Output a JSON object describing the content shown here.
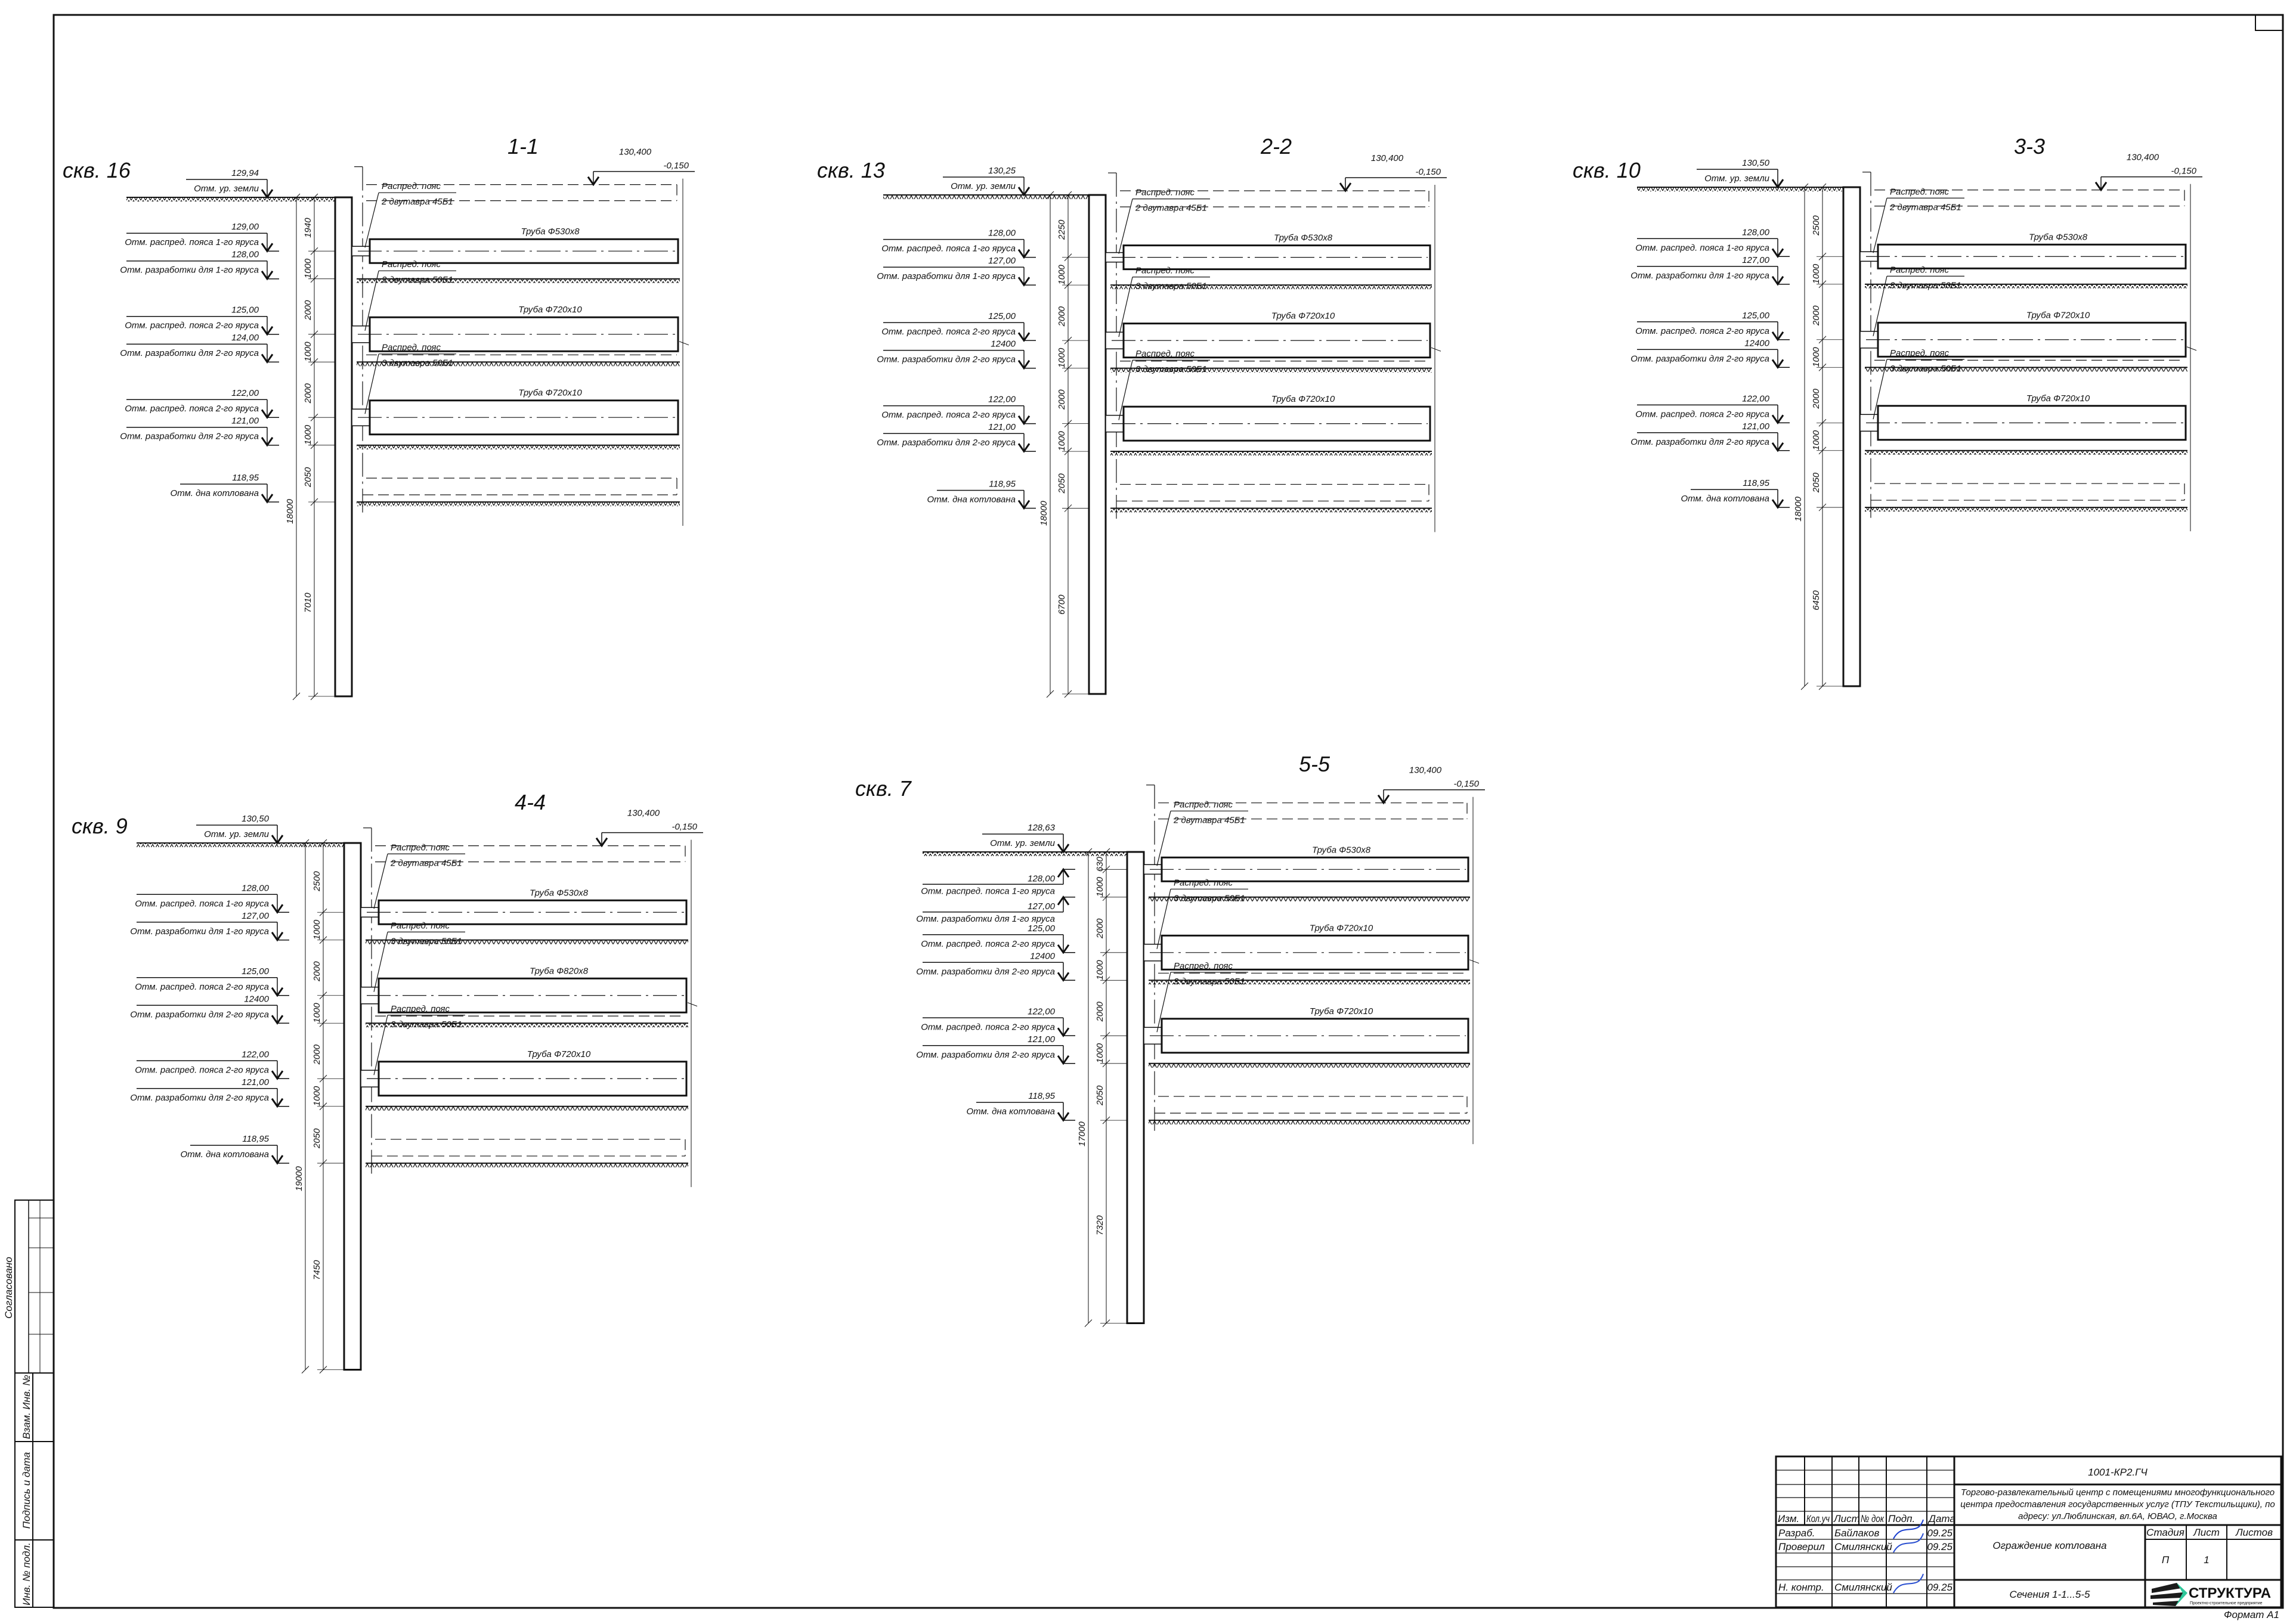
{
  "common": {
    "belt_title": "Распред. пояс",
    "ground_desc": "Отм. ур. земли",
    "top_mark_value": "130,400",
    "top_mark_rel": "-0,150"
  },
  "sections": [
    {
      "title": "1-1",
      "well": "скв. 16",
      "ground_value": "129,94",
      "ground_elev": 129.94,
      "dims": [
        "1940",
        "1000",
        "2000",
        "1000",
        "2000",
        "1000",
        "2050",
        "7010"
      ],
      "total": "18000",
      "markers": [
        {
          "value": "129,00",
          "desc": "Отм. распред. пояса 1-го яруса"
        },
        {
          "value": "128,00",
          "desc": "Отм. разработки для 1-го яруса"
        },
        {
          "value": "125,00",
          "desc": "Отм. распред. пояса 2-го яруса"
        },
        {
          "value": "124,00",
          "desc": "Отм. разработки для 2-го яруса"
        },
        {
          "value": "122,00",
          "desc": "Отм. распред. пояса 2-го яруса"
        },
        {
          "value": "121,00",
          "desc": "Отм. разработки для 2-го яруса"
        },
        {
          "value": "118,95",
          "desc": "Отм. дна котлована"
        }
      ],
      "struts": [
        {
          "belt": "2 двутавра 45Б1",
          "pipe": "Труба Ф530х8"
        },
        {
          "belt": "3 двутавра 50Б1",
          "pipe": "Труба Ф720х10"
        },
        {
          "belt": "3 двутавра 50Б1",
          "pipe": "Труба Ф720х10"
        }
      ]
    },
    {
      "title": "2-2",
      "well": "скв. 13",
      "ground_value": "130,25",
      "ground_elev": 130.25,
      "dims": [
        "2250",
        "1000",
        "2000",
        "1000",
        "2000",
        "1000",
        "2050",
        "6700"
      ],
      "total": "18000",
      "markers": [
        {
          "value": "128,00",
          "desc": "Отм. распред. пояса 1-го яруса"
        },
        {
          "value": "127,00",
          "desc": "Отм. разработки для 1-го яруса"
        },
        {
          "value": "125,00",
          "desc": "Отм. распред. пояса 2-го яруса"
        },
        {
          "value": "12400",
          "desc": "Отм. разработки для 2-го яруса"
        },
        {
          "value": "122,00",
          "desc": "Отм. распред. пояса 2-го яруса"
        },
        {
          "value": "121,00",
          "desc": "Отм. разработки для 2-го яруса"
        },
        {
          "value": "118,95",
          "desc": "Отм. дна котлована"
        }
      ],
      "struts": [
        {
          "belt": "2 двутавра 45Б1",
          "pipe": "Труба Ф530х8"
        },
        {
          "belt": "3 двутавра 50Б1",
          "pipe": "Труба Ф720х10"
        },
        {
          "belt": "3 двутавра 50Б1",
          "pipe": "Труба Ф720х10"
        }
      ]
    },
    {
      "title": "3-3",
      "well": "скв. 10",
      "ground_value": "130,50",
      "ground_elev": 130.5,
      "dims": [
        "2500",
        "1000",
        "2000",
        "1000",
        "2000",
        "1000",
        "2050",
        "6450"
      ],
      "total": "18000",
      "markers": [
        {
          "value": "128,00",
          "desc": "Отм. распред. пояса 1-го яруса"
        },
        {
          "value": "127,00",
          "desc": "Отм. разработки для 1-го яруса"
        },
        {
          "value": "125,00",
          "desc": "Отм. распред. пояса 2-го яруса"
        },
        {
          "value": "12400",
          "desc": "Отм. разработки для 2-го яруса"
        },
        {
          "value": "122,00",
          "desc": "Отм. распред. пояса 2-го яруса"
        },
        {
          "value": "121,00",
          "desc": "Отм. разработки для 2-го яруса"
        },
        {
          "value": "118,95",
          "desc": "Отм. дна котлована"
        }
      ],
      "struts": [
        {
          "belt": "2 двутавра 45Б1",
          "pipe": "Труба Ф530х8"
        },
        {
          "belt": "3 двутавра 50Б1",
          "pipe": "Труба Ф720х10"
        },
        {
          "belt": "3 двутавра 50Б1",
          "pipe": "Труба Ф720х10"
        }
      ]
    },
    {
      "title": "4-4",
      "well": "скв. 9",
      "ground_value": "130,50",
      "ground_elev": 130.5,
      "dims": [
        "2500",
        "1000",
        "2000",
        "1000",
        "2000",
        "1000",
        "2050",
        "7450"
      ],
      "total": "19000",
      "markers": [
        {
          "value": "128,00",
          "desc": "Отм. распред. пояса 1-го яруса"
        },
        {
          "value": "127,00",
          "desc": "Отм. разработки для 1-го яруса"
        },
        {
          "value": "125,00",
          "desc": "Отм. распред. пояса 2-го яруса"
        },
        {
          "value": "12400",
          "desc": "Отм. разработки для 2-го яруса"
        },
        {
          "value": "122,00",
          "desc": "Отм. распред. пояса 2-го яруса"
        },
        {
          "value": "121,00",
          "desc": "Отм. разработки для 2-го яруса"
        },
        {
          "value": "118,95",
          "desc": "Отм. дна котлована"
        }
      ],
      "struts": [
        {
          "belt": "2 двутавра 45Б1",
          "pipe": "Труба Ф530х8"
        },
        {
          "belt": "3 двутавра 50Б1",
          "pipe": "Труба Ф820х8"
        },
        {
          "belt": "3 двутавра 50Б1",
          "pipe": "Труба Ф720х10"
        }
      ]
    },
    {
      "title": "5-5",
      "well": "скв. 7",
      "ground_value": "128,63",
      "ground_elev": 128.63,
      "dims": [
        "630",
        "1000",
        "2000",
        "1000",
        "2000",
        "1000",
        "2050",
        "7320"
      ],
      "total": "17000",
      "markers": [
        {
          "value": "128,00",
          "desc": "Отм. распред. пояса 1-го яруса"
        },
        {
          "value": "127,00",
          "desc": "Отм. разработки для 1-го яруса"
        },
        {
          "value": "125,00",
          "desc": "Отм. распред. пояса 2-го яруса"
        },
        {
          "value": "12400",
          "desc": "Отм. разработки для 2-го яруса"
        },
        {
          "value": "122,00",
          "desc": "Отм. распред. пояса 2-го яруса"
        },
        {
          "value": "121,00",
          "desc": "Отм. разработки для 2-го яруса"
        },
        {
          "value": "118,95",
          "desc": "Отм. дна котлована"
        }
      ],
      "struts": [
        {
          "belt": "2 двутавра 45Б1",
          "pipe": "Труба Ф530х8"
        },
        {
          "belt": "3 двутавра 50Б1",
          "pipe": "Труба Ф720х10"
        },
        {
          "belt": "3 двутавра 50Б1",
          "pipe": "Труба Ф720х10"
        }
      ]
    }
  ],
  "stamp": {
    "agreed": "Согласовано",
    "replace_inv": "Взам. Инв. №",
    "sign_date": "Подпись и дата",
    "inv_orig": "Инв. № подл."
  },
  "title_block": {
    "code": "1001-КР2.ГЧ",
    "project_lines": [
      "Торгово-развлекательный центр с помещениями многофункционального",
      "центра предоставления государственных услуг (ТПУ Текстильщики), по",
      "адресу: ул.Люблинская, вл.6А, ЮВАО, г.Москва"
    ],
    "headers": [
      "Изм.",
      "Кол.уч",
      "Лист",
      "№ док",
      "Подп.",
      "Дата"
    ],
    "people": [
      {
        "role": "Разраб.",
        "name": "Байлаков",
        "date": "09.25"
      },
      {
        "role": "Проверил",
        "name": "Смилянский",
        "date": "09.25"
      },
      {
        "role": "Н. контр.",
        "name": "Смилянский",
        "date": "09.25"
      }
    ],
    "object": "Ограждение котлована",
    "sheet_title": "Сечения 1-1...5-5",
    "stage_header": "Стадия",
    "sheet_header": "Лист",
    "sheets_header": "Листов",
    "stage": "П",
    "sheet": "1",
    "company": "СТРУКТУРА",
    "company_sub": "Проектно-строительное предприятие",
    "format": "Формат А1"
  }
}
